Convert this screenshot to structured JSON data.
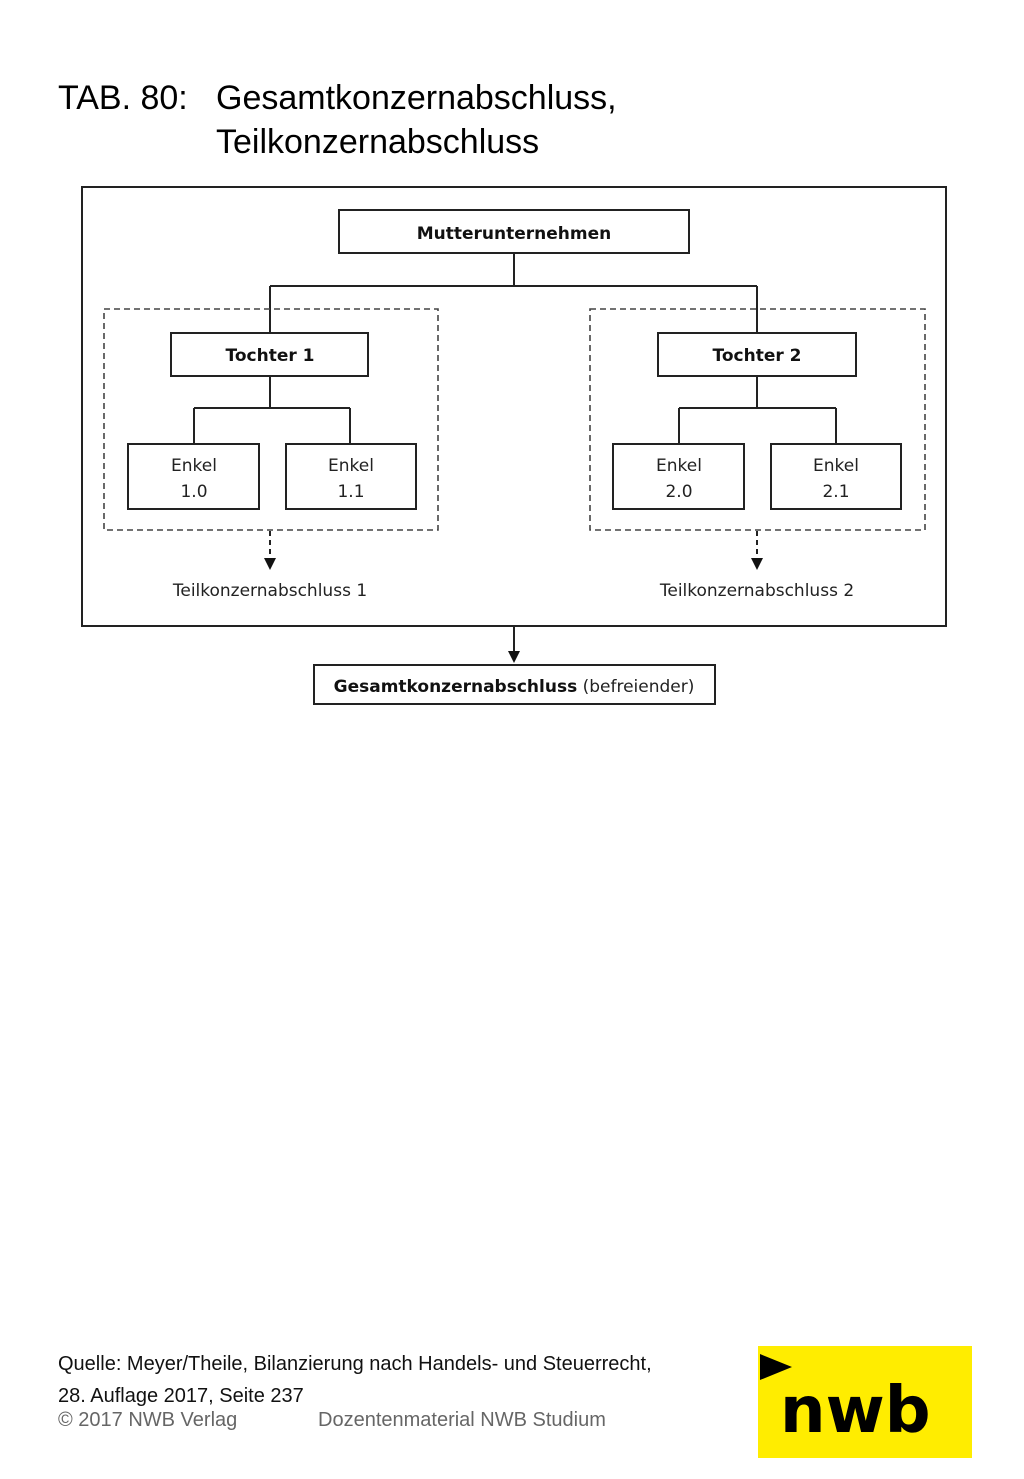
{
  "header": {
    "prefix": "TAB. 80:",
    "title_line1": "Gesamtkonzernabschluss,",
    "title_line2": "Teilkonzernabschluss"
  },
  "diagram": {
    "parent": "Mutterunternehmen",
    "subsidiaries": [
      {
        "label": "Tochter 1",
        "children": [
          {
            "line1": "Enkel",
            "line2": "1.0"
          },
          {
            "line1": "Enkel",
            "line2": "1.1"
          }
        ],
        "sub_statement": "Teilkonzernabschluss 1"
      },
      {
        "label": "Tochter 2",
        "children": [
          {
            "line1": "Enkel",
            "line2": "2.0"
          },
          {
            "line1": "Enkel",
            "line2": "2.1"
          }
        ],
        "sub_statement": "Teilkonzernabschluss 2"
      }
    ],
    "result_bold": "Gesamtkonzernabschluss",
    "result_normal": " (befreiender)"
  },
  "footer": {
    "source_line1": "Quelle: Meyer/Theile, Bilanzierung nach Handels- und Steuerrecht,",
    "source_line2": "28. Auflage 2017, Seite 237",
    "copyright": "© 2017 NWB Verlag",
    "material": "Dozentenmaterial NWB Studium"
  },
  "logo": {
    "text": "nwb",
    "background": "#FFED00",
    "color": "#000000"
  }
}
